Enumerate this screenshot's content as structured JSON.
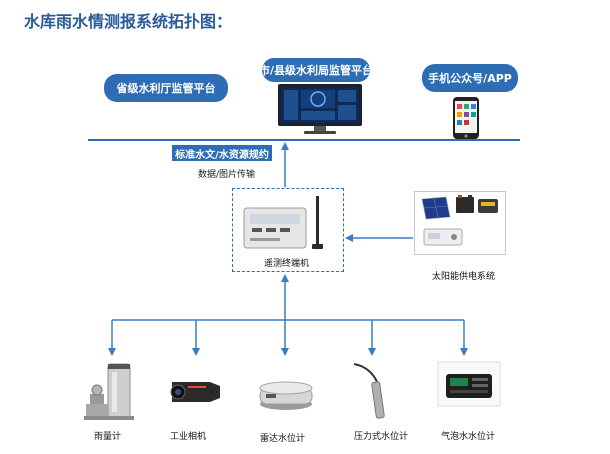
{
  "title": "水库雨水情测报系统拓扑图：",
  "platforms": {
    "provincial": "省级水利厅监管平台",
    "city": "市/县级水利局监管平台",
    "mobile": "手机公众号/APP"
  },
  "link": {
    "protocol": "标准水文/水资源规约",
    "transfer": "数据/图片传输"
  },
  "terminal": {
    "label": "遥测终端机"
  },
  "power": {
    "label": "太阳能供电系统"
  },
  "sensors": [
    {
      "label": "雨量计"
    },
    {
      "label": "工业相机"
    },
    {
      "label": "雷达水位计"
    },
    {
      "label": "压力式水位计"
    },
    {
      "label": "气泡水水位计"
    }
  ],
  "colors": {
    "accent": "#2e6db4",
    "title": "#2a5c9a",
    "connector": "#3a7cc0"
  }
}
